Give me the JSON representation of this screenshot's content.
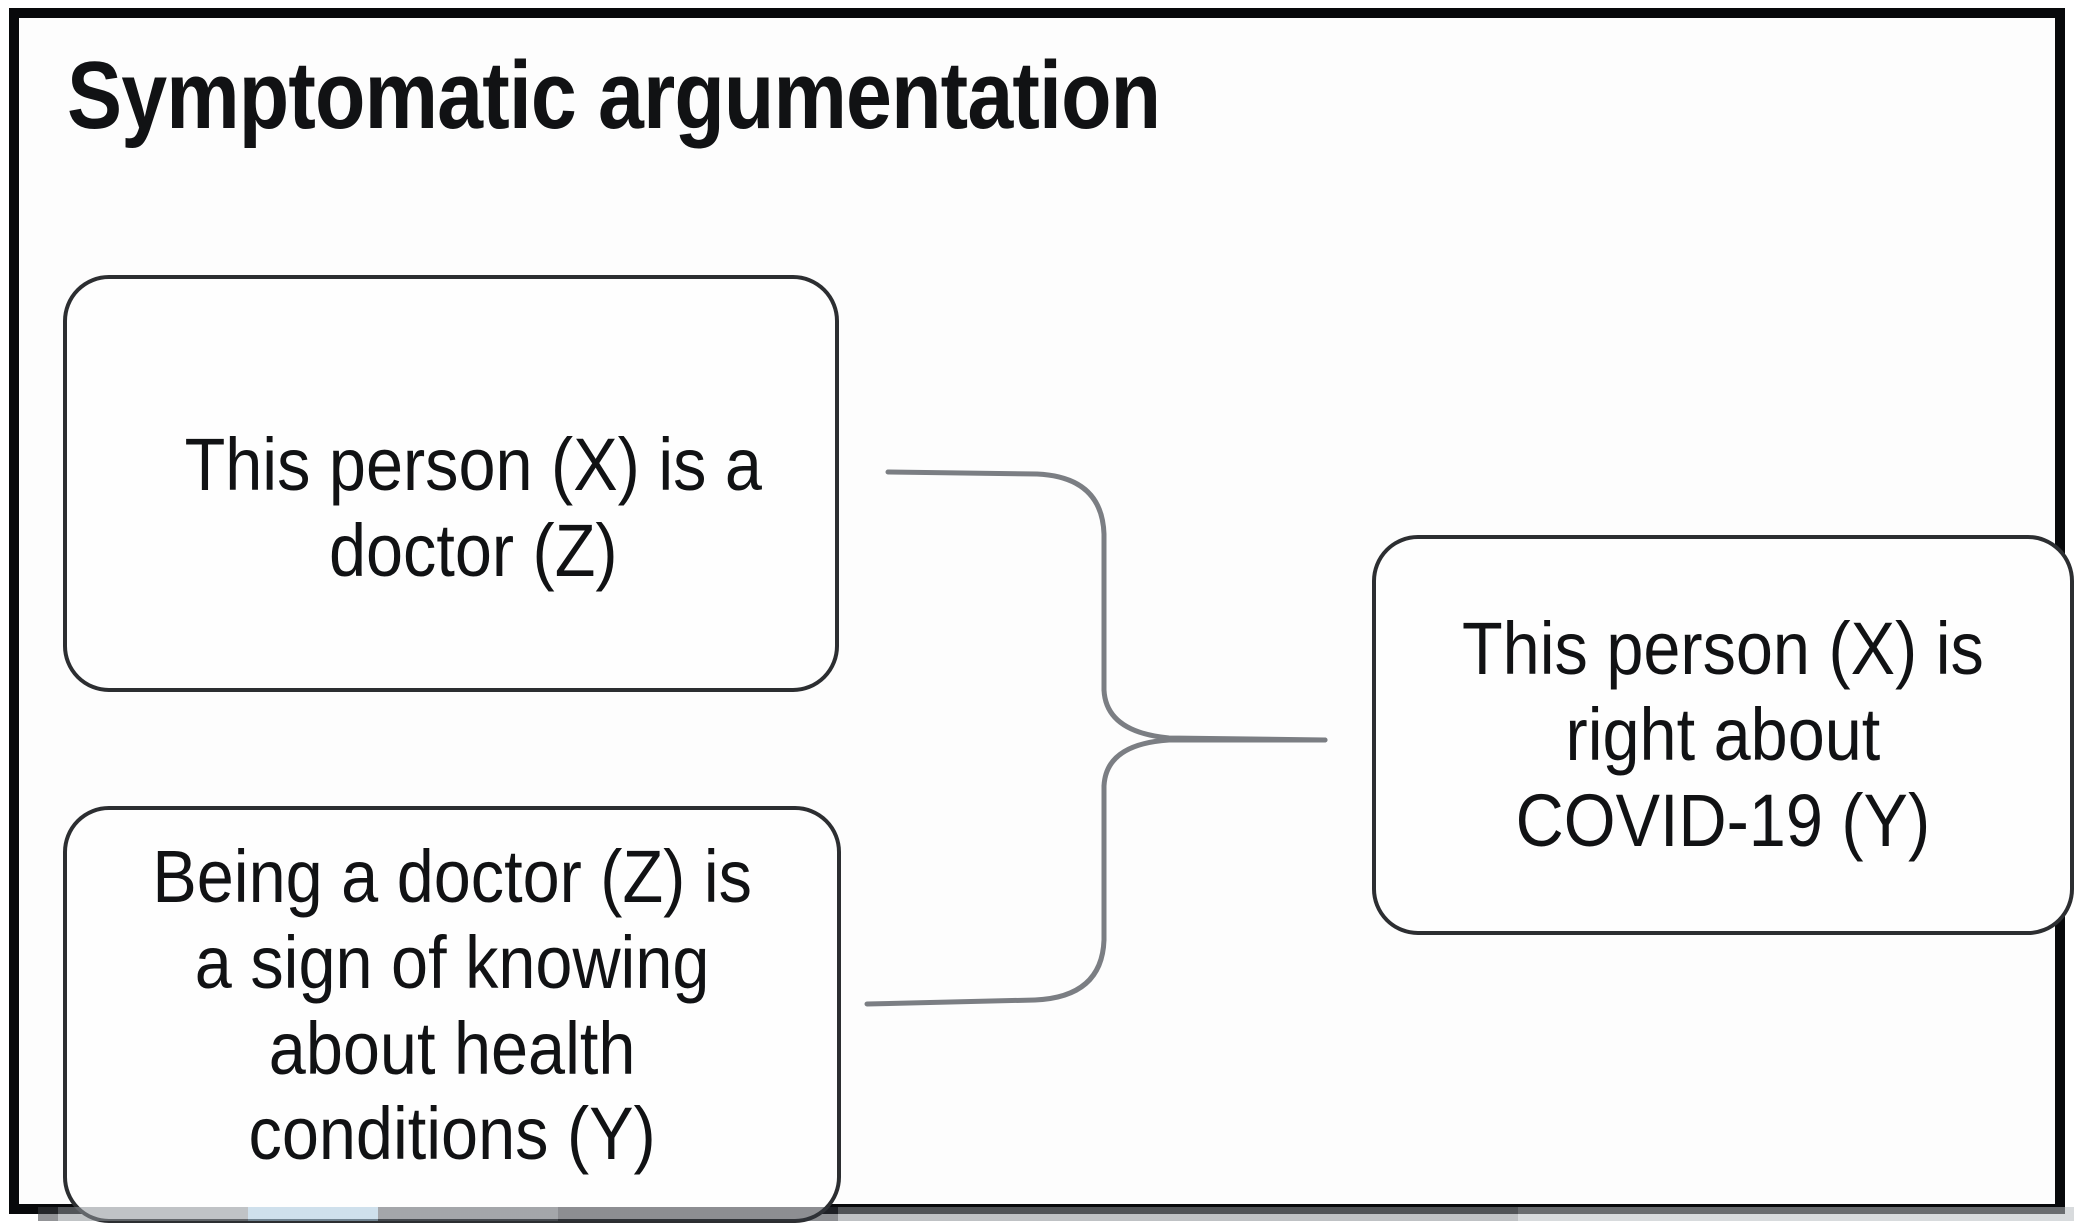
{
  "diagram": {
    "title": "Symptomatic argumentation",
    "type": "argument-scheme",
    "frame_color": "#08090b",
    "node_border_color": "#2c2e31",
    "connector_color": "#7b7e83",
    "background_color": "#ffffff",
    "text_color": "#111214",
    "nodes": [
      {
        "id": "premise-1",
        "role": "premise",
        "text": "This person (X) is a\ndoctor (Z)",
        "lines": [
          "This person (X) is a",
          "doctor (Z)"
        ]
      },
      {
        "id": "premise-2",
        "role": "premise",
        "text": "Being a doctor (Z) is\na sign of knowing\nabout health\nconditions (Y)",
        "lines": [
          "Being a doctor (Z) is",
          "a sign of knowing",
          "about health",
          "conditions (Y)"
        ]
      },
      {
        "id": "conclusion",
        "role": "conclusion",
        "text": "This person (X) is\nright about\nCOVID-19 (Y)",
        "lines": [
          "This person (X) is",
          "right about",
          "COVID-19 (Y)"
        ]
      }
    ],
    "connector": {
      "style": "curly-brace",
      "from": [
        "premise-1",
        "premise-2"
      ],
      "to": "conclusion",
      "description": "Both premises join at a central point that links to the conclusion"
    },
    "variables": {
      "X": "This person",
      "Y": "right about COVID-19 / knowing about health conditions",
      "Z": "doctor"
    }
  }
}
